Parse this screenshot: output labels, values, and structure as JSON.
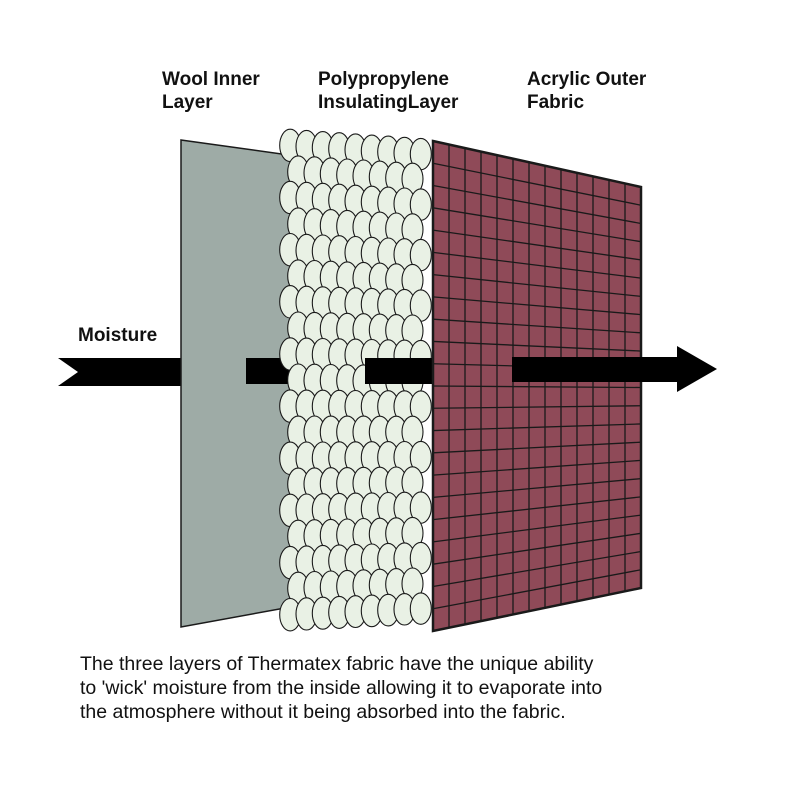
{
  "labels": {
    "wool": [
      "Wool Inner",
      "Layer"
    ],
    "polypropylene": [
      "Polypropylene",
      "InsulatingLayer"
    ],
    "acrylic": [
      "Acrylic Outer",
      "Fabric"
    ],
    "moisture": "Moisture"
  },
  "caption": [
    "The three layers of Thermatex fabric have the unique ability",
    "to 'wick' moisture from the inside  allowing it to evaporate into",
    "the atmosphere without it being absorbed into the fabric."
  ],
  "colors": {
    "wool_layer": "#9eaba6",
    "poly_layer": "#e9f1e5",
    "poly_outline": "#1a1a1a",
    "acrylic_layer": "#8f4a58",
    "acrylic_grid": "#1a1a1a",
    "arrow": "#000000"
  }
}
